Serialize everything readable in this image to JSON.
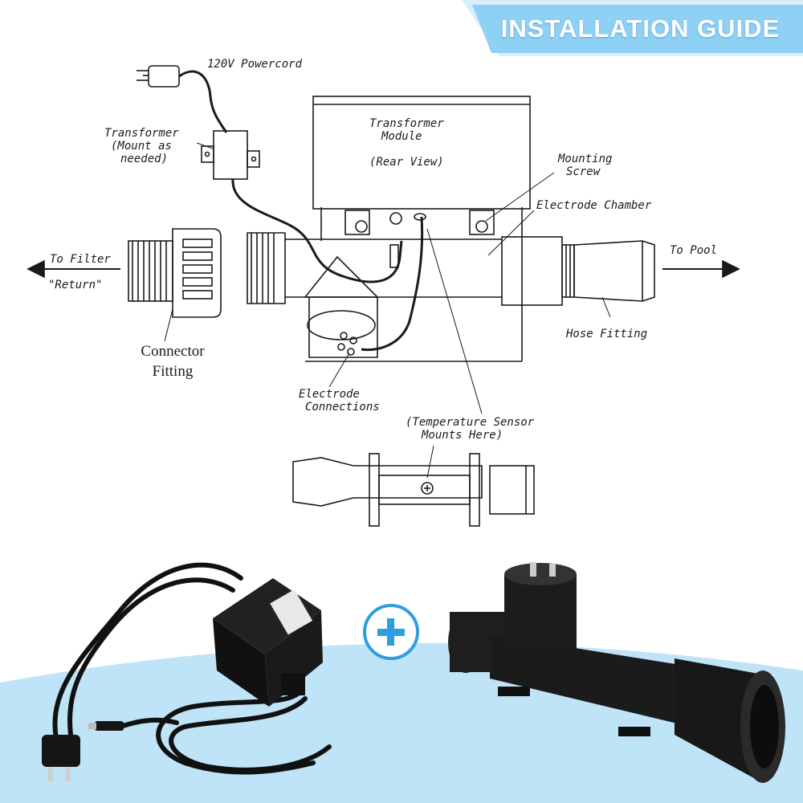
{
  "banner": {
    "title": "INSTALLATION GUIDE"
  },
  "diagram": {
    "labels": {
      "powercord": "120V Powercord",
      "transformer_line1": "Transformer",
      "transformer_line2": "(Mount as",
      "transformer_line3": "needed)",
      "module_line1": "Transformer",
      "module_line2": "Module",
      "module_line3": "(Rear View)",
      "mounting_line1": "Mounting",
      "mounting_line2": "Screw",
      "electrode_chamber": "Electrode Chamber",
      "to_filter": "To Filter",
      "return": "\"Return\"",
      "to_pool": "To Pool",
      "hose_fitting": "Hose Fitting",
      "connector_line1": "Connector",
      "connector_line2": "Fitting",
      "electrode_conn_line1": "Electrode",
      "electrode_conn_line2": "Connections",
      "temp_line1": "(Temperature Sensor",
      "temp_line2": "Mounts Here)"
    }
  },
  "colors": {
    "banner": "#8fd0f5",
    "banner_stripe": "#d8effb",
    "bottom_band": "#bfe4f7",
    "plus_circle": "#2f9ee0"
  }
}
